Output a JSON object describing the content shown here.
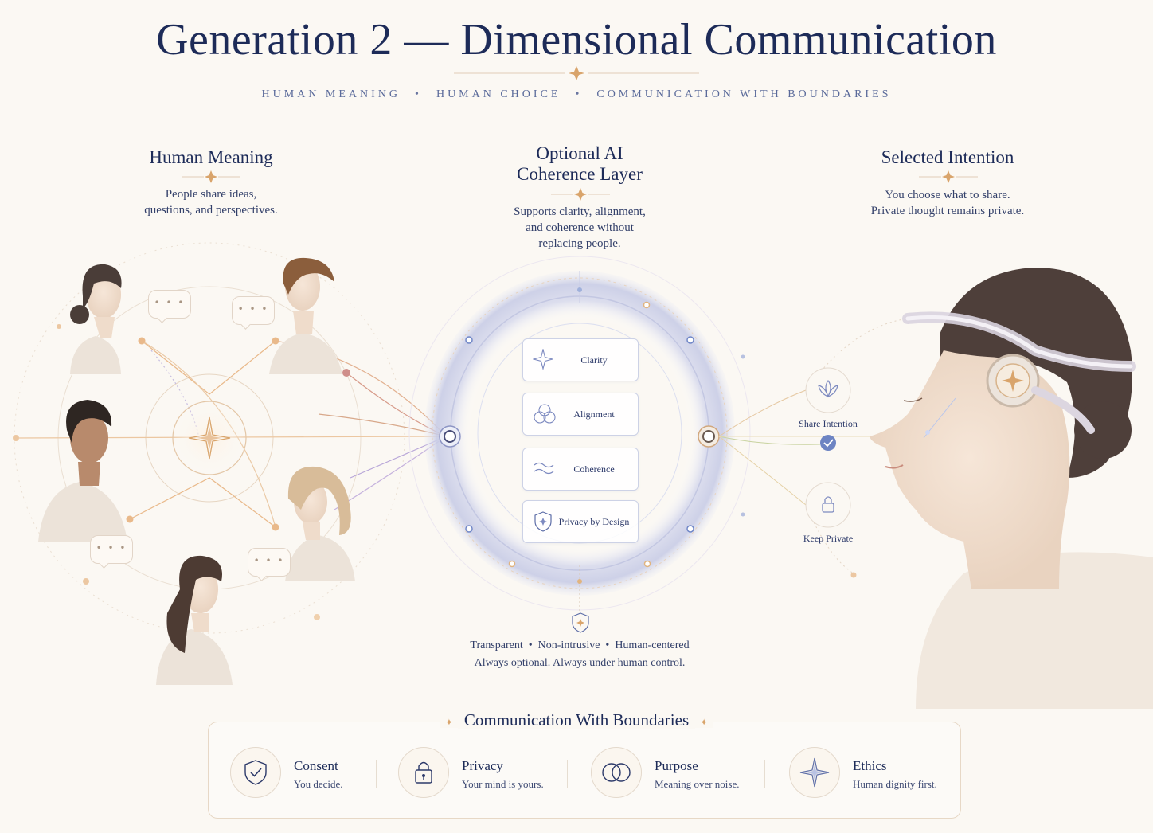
{
  "header": {
    "title": "Generation 2 — Dimensional Communication",
    "tagline": [
      "HUMAN MEANING",
      "HUMAN CHOICE",
      "COMMUNICATION WITH BOUNDARIES"
    ]
  },
  "left": {
    "title": "Human Meaning",
    "desc_line1": "People share ideas,",
    "desc_line2": "questions, and perspectives.",
    "bubble_text": "• • •"
  },
  "center": {
    "title_line1": "Optional AI",
    "title_line2": "Coherence Layer",
    "desc_line1": "Supports clarity, alignment,",
    "desc_line2": "and coherence without",
    "desc_line3": "replacing people.",
    "cards": [
      {
        "label": "Clarity",
        "icon": "sparkle-icon"
      },
      {
        "label": "Alignment",
        "icon": "circles-icon"
      },
      {
        "label": "Coherence",
        "icon": "waves-icon"
      },
      {
        "label": "Privacy by Design",
        "icon": "shield-icon"
      }
    ],
    "footer_line1": "Transparent  •  Non-intrusive  •  Human-centered",
    "footer_line2": "Always optional. Always under human control."
  },
  "right": {
    "title": "Selected Intention",
    "desc_line1": "You choose what to share.",
    "desc_line2": "Private thought remains private.",
    "share_label": "Share Intention",
    "private_label": "Keep Private"
  },
  "boundaries": {
    "title": "Communication With Boundaries",
    "items": [
      {
        "title": "Consent",
        "desc": "You decide.",
        "icon": "shield-check-icon"
      },
      {
        "title": "Privacy",
        "desc": "Your mind is yours.",
        "icon": "lock-icon"
      },
      {
        "title": "Purpose",
        "desc": "Meaning over noise.",
        "icon": "linked-circles-icon"
      },
      {
        "title": "Ethics",
        "desc": "Human dignity first.",
        "icon": "compass-star-icon"
      }
    ]
  },
  "colors": {
    "navy": "#1d2b58",
    "gold": "#d9a46b",
    "lavender": "#c9cde6",
    "background": "#fbf8f3"
  }
}
